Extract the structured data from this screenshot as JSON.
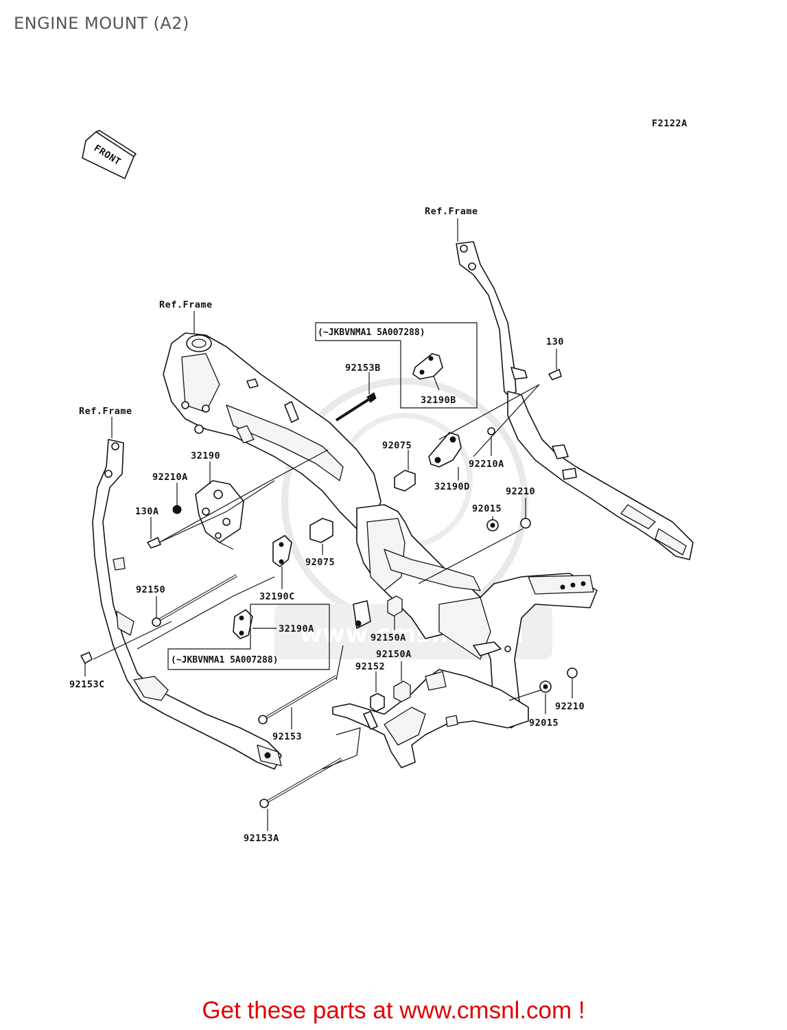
{
  "title": "ENGINE MOUNT (A2)",
  "figure_code": "F2122A",
  "front_label": "FRONT",
  "ref_frame_label": "Ref.Frame",
  "notes": {
    "top": "(~JKBVNMA1 5A007288)",
    "left": "(~JKBVNMA1 5A007288)"
  },
  "parts": {
    "p92153B": "92153B",
    "p32190B": "32190B",
    "p130": "130",
    "p92075_top": "92075",
    "p92210A_right": "92210A",
    "p32190D": "32190D",
    "p92210_right": "92210",
    "p92015_right": "92015",
    "p32190": "32190",
    "p92210A_left": "92210A",
    "p130A": "130A",
    "p92075_mid": "92075",
    "p32190C": "32190C",
    "p92150": "92150",
    "p32190A": "32190A",
    "p92150A_1": "92150A",
    "p92150A_2": "92150A",
    "p92152": "92152",
    "p92153C": "92153C",
    "p92153": "92153",
    "p92210_bottom": "92210",
    "p92015_bottom": "92015",
    "p92153A": "92153A"
  },
  "watermark": "www.cmsnl.com",
  "footer": "Get these parts at www.cmsnl.com !"
}
